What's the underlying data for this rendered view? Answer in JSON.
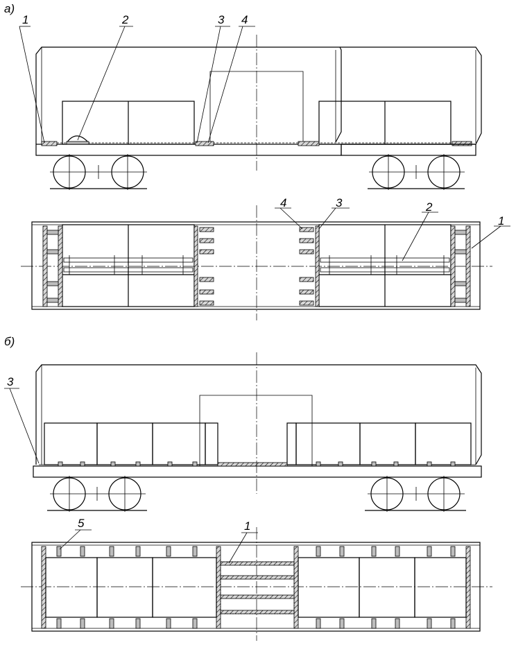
{
  "panel_a": {
    "label": "а)",
    "callouts": [
      "1",
      "2",
      "3",
      "4"
    ],
    "plan_callouts": [
      "4",
      "3",
      "2",
      "1"
    ]
  },
  "panel_b": {
    "label": "б)",
    "callouts": [
      "3"
    ],
    "plan_callouts": [
      "5",
      "1"
    ]
  }
}
